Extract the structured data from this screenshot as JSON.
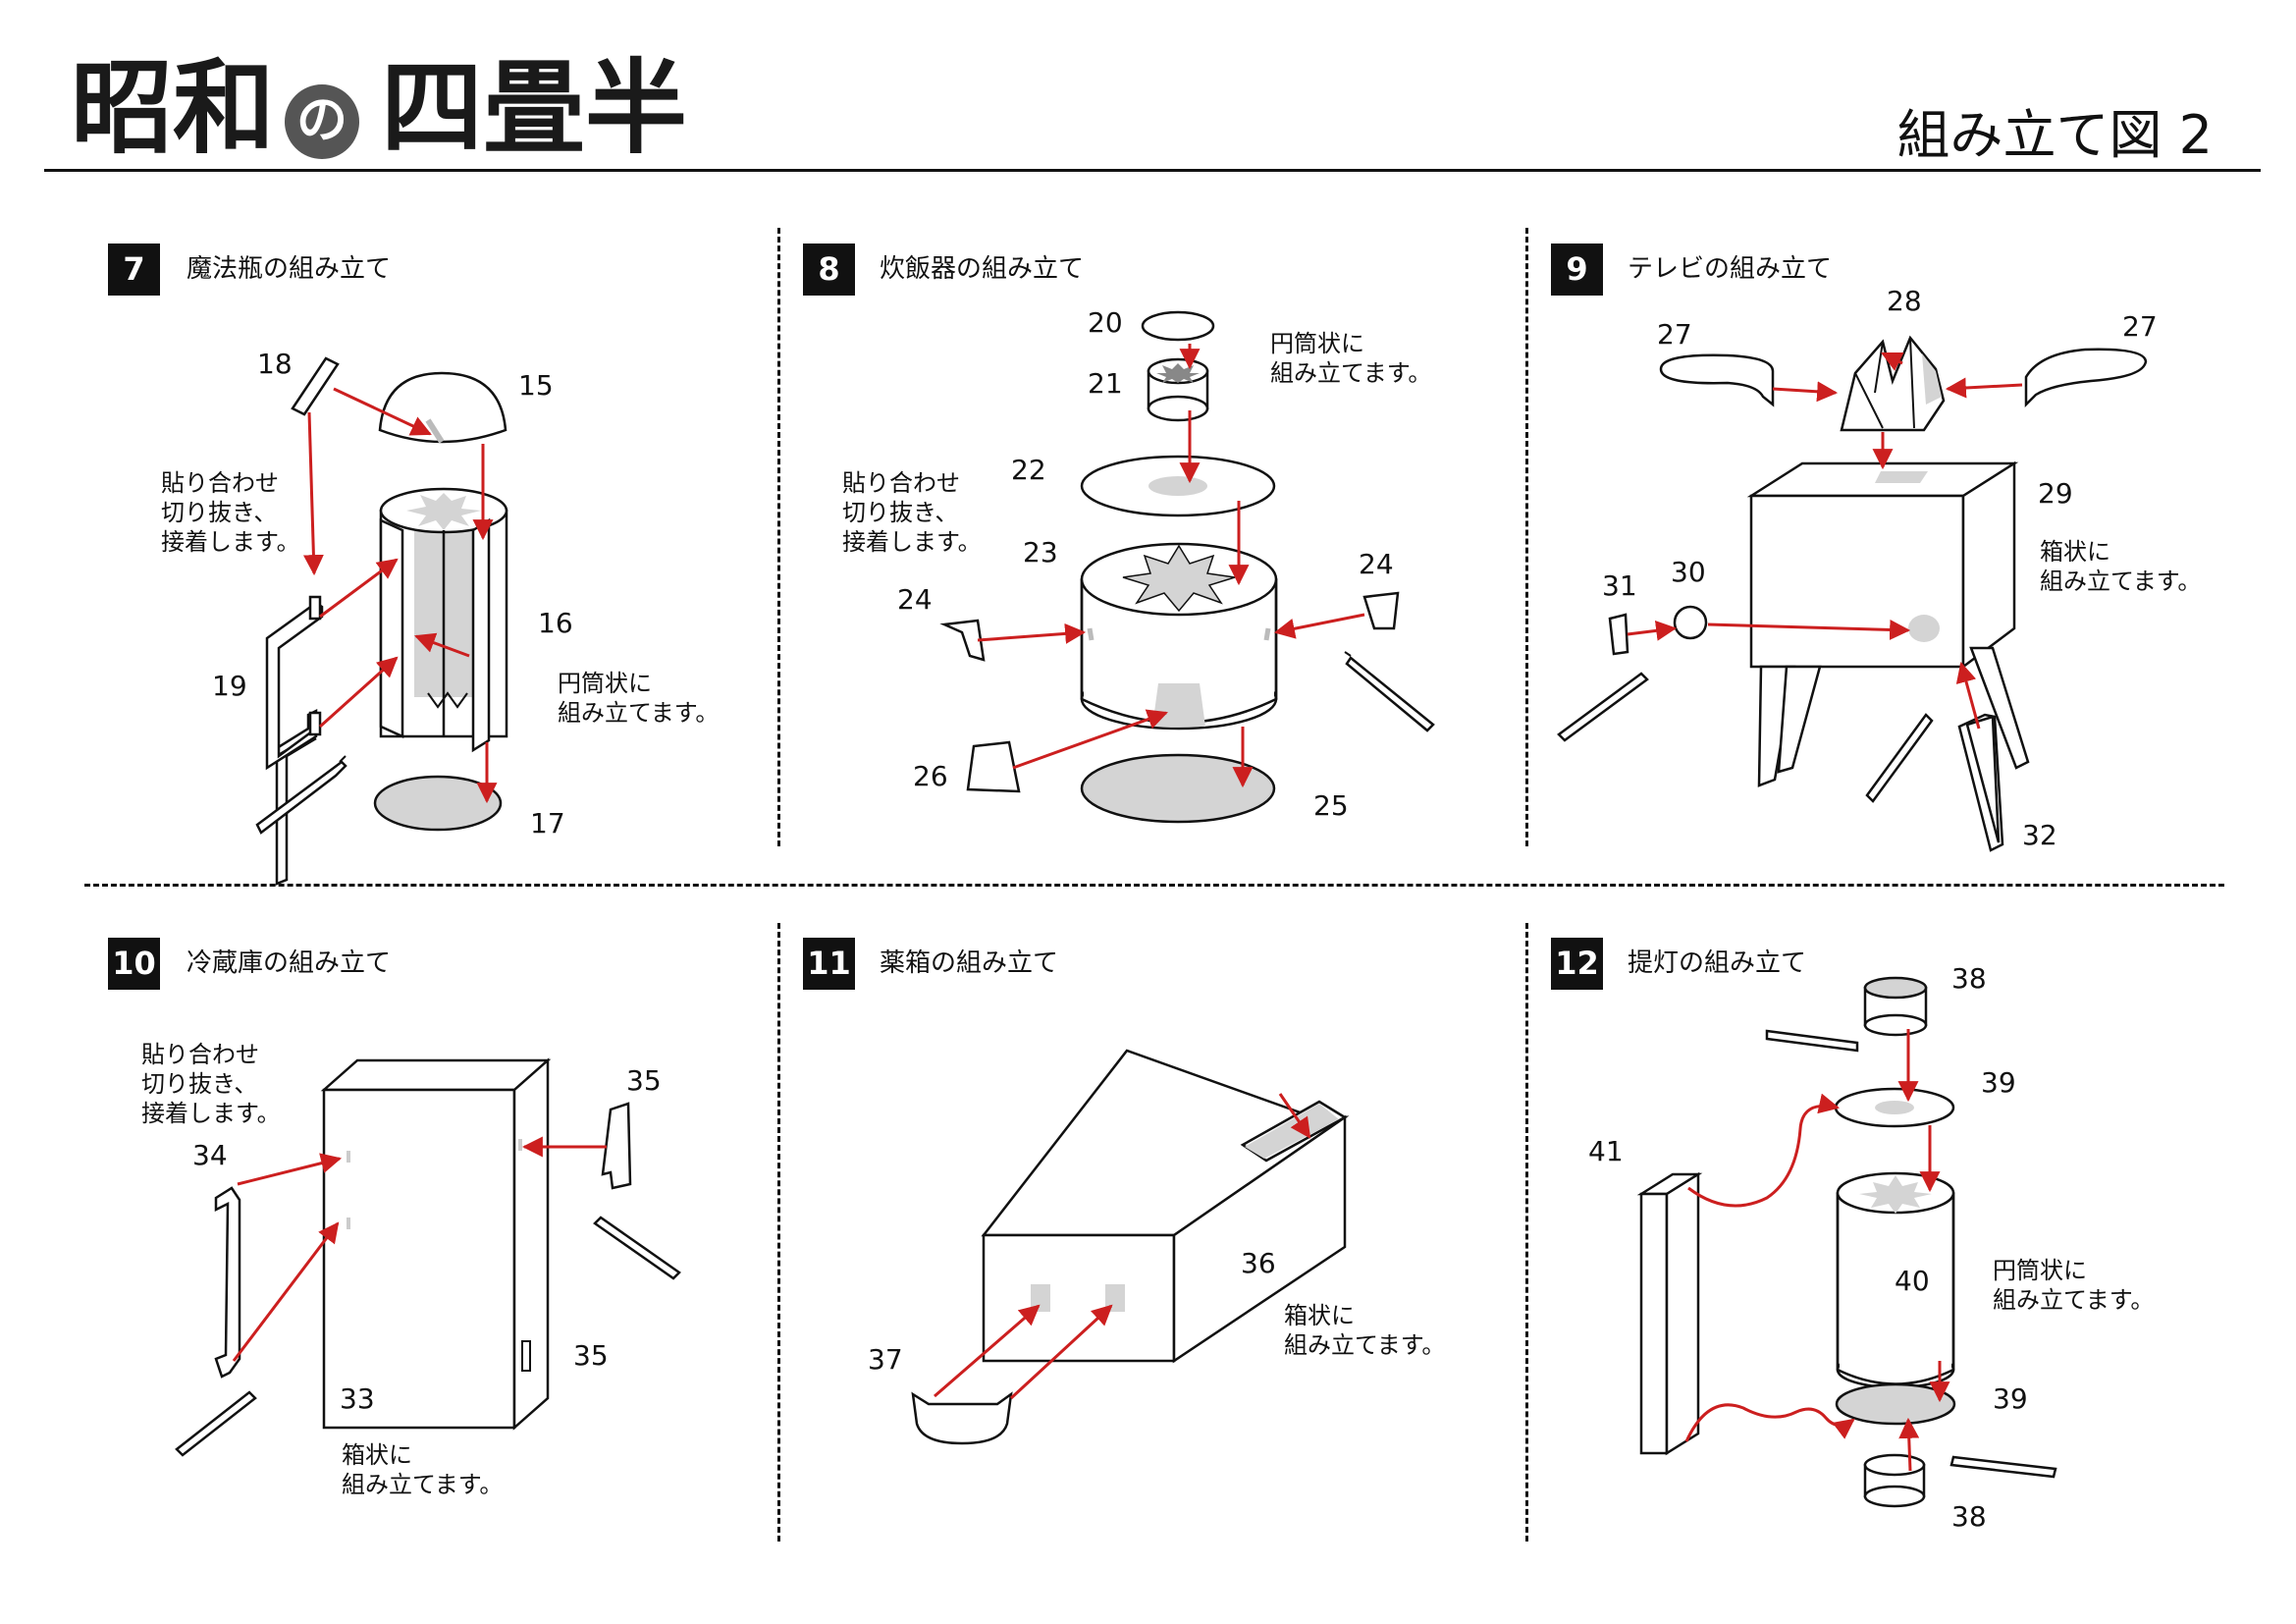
{
  "header": {
    "title_part1": "昭和",
    "title_particle": "の",
    "title_part2": "四畳半",
    "subtitle": "組み立て図 2"
  },
  "colors": {
    "arrow": "#cc1f1f",
    "grey_fill": "#d4d4d4",
    "ink": "#111111"
  },
  "steps": [
    {
      "number": "7",
      "title": "魔法瓶の組み立て",
      "notes": {
        "glue": [
          "貼り合わせ",
          "切り抜き、",
          "接着します。"
        ],
        "cylinder": [
          "円筒状に",
          "組み立てます。"
        ]
      },
      "parts": [
        "18",
        "15",
        "16",
        "19",
        "17"
      ]
    },
    {
      "number": "8",
      "title": "炊飯器の組み立て",
      "notes": {
        "glue": [
          "貼り合わせ",
          "切り抜き、",
          "接着します。"
        ],
        "cylinder": [
          "円筒状に",
          "組み立てます。"
        ]
      },
      "parts": [
        "20",
        "21",
        "22",
        "23",
        "24",
        "24",
        "26",
        "25"
      ]
    },
    {
      "number": "9",
      "title": "テレビの組み立て",
      "notes": {
        "box": [
          "箱状に",
          "組み立てます。"
        ]
      },
      "parts": [
        "28",
        "27",
        "27",
        "29",
        "31",
        "30",
        "32"
      ]
    },
    {
      "number": "10",
      "title": "冷蔵庫の組み立て",
      "notes": {
        "glue": [
          "貼り合わせ",
          "切り抜き、",
          "接着します。"
        ],
        "box": [
          "箱状に",
          "組み立てます。"
        ]
      },
      "parts": [
        "35",
        "34",
        "35",
        "33"
      ]
    },
    {
      "number": "11",
      "title": "薬箱の組み立て",
      "notes": {
        "box": [
          "箱状に",
          "組み立てます。"
        ]
      },
      "parts": [
        "36",
        "37"
      ]
    },
    {
      "number": "12",
      "title": "提灯の組み立て",
      "notes": {
        "cylinder": [
          "円筒状に",
          "組み立てます。"
        ]
      },
      "parts": [
        "38",
        "39",
        "41",
        "40",
        "39",
        "38"
      ]
    }
  ]
}
